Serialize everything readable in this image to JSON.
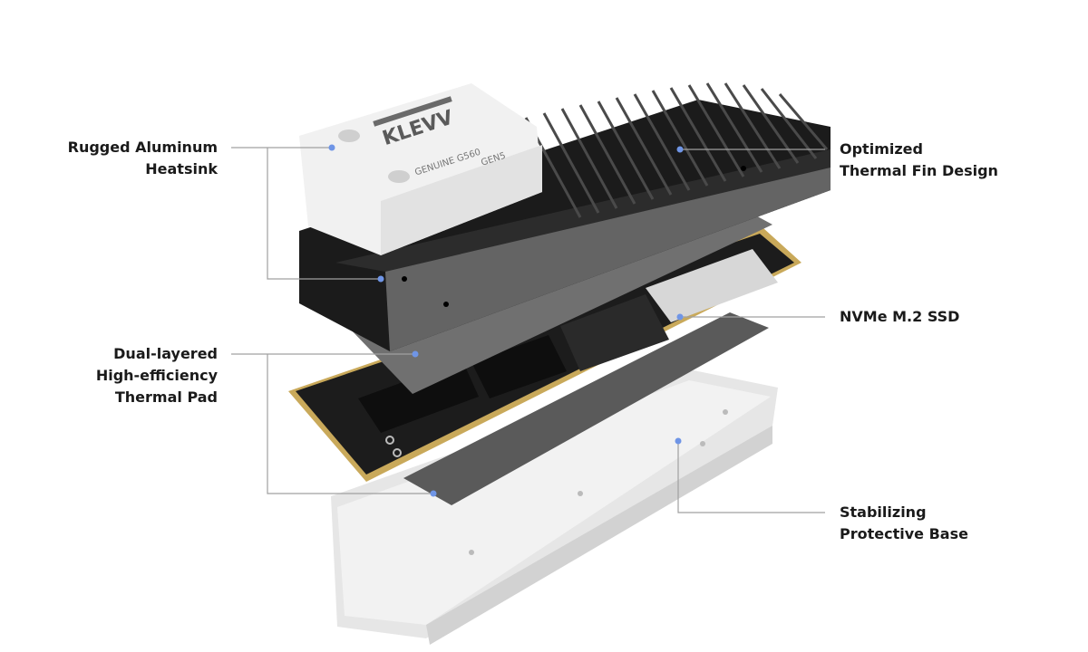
{
  "logo": {
    "brand": "KLEVV",
    "engraving_line1": "GENUINE G560",
    "engraving_line2": "GEN5"
  },
  "colors": {
    "callout_dot": "#6f95e6",
    "callout_line": "#a0a0a0",
    "heatsink_cap": "#f1f1f1",
    "heatsink_body": "#1b1b1b",
    "pcb": "#1c1c1c",
    "gold_edge": "#c9a95a",
    "thermal_pad": "#6e6e6e",
    "base": "#e4e4e4"
  },
  "callouts": {
    "heatsink": {
      "line1": "Rugged Aluminum",
      "line2": "Heatsink"
    },
    "thermal_pad": {
      "line1": "Dual-layered",
      "line2": "High-efficiency",
      "line3": "Thermal Pad"
    },
    "fins": {
      "line1": "Optimized",
      "line2": "Thermal Fin Design"
    },
    "ssd": {
      "line1": "NVMe M.2 SSD"
    },
    "base": {
      "line1": "Stabilizing",
      "line2": "Protective Base"
    }
  }
}
